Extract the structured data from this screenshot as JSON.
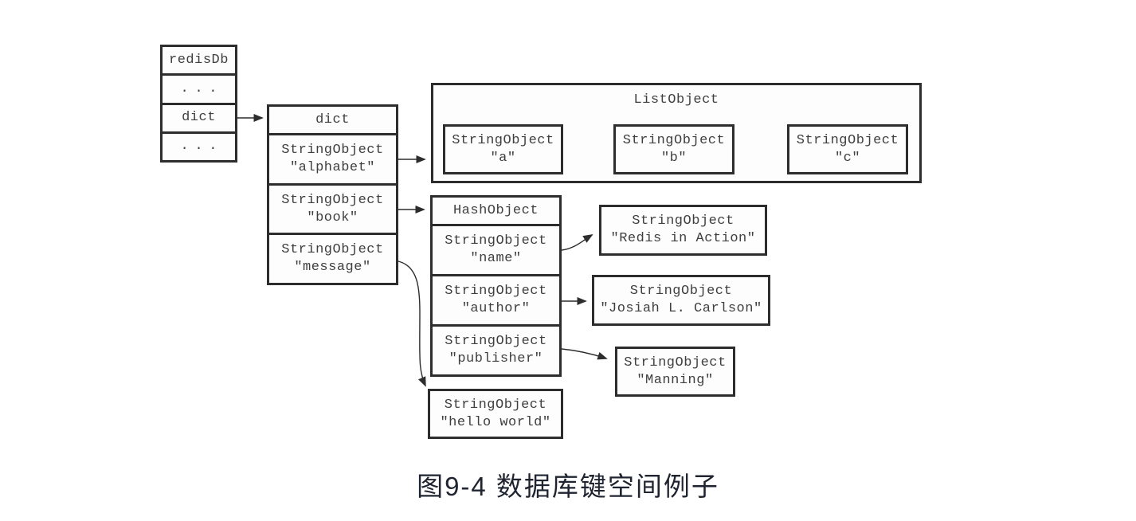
{
  "caption": "图9-4 数据库键空间例子",
  "colors": {
    "background": "#ffffff",
    "box_border": "#2d2d2d",
    "box_text": "#3f3f3f",
    "caption_text": "#1f2430"
  },
  "redisdb_table": {
    "rows": [
      "redisDb",
      "...",
      "dict",
      "..."
    ]
  },
  "dict_table": {
    "header": "dict",
    "entries": [
      {
        "type": "StringObject",
        "value": "\"alphabet\""
      },
      {
        "type": "StringObject",
        "value": "\"book\""
      },
      {
        "type": "StringObject",
        "value": "\"message\""
      }
    ]
  },
  "list_object": {
    "title": "ListObject",
    "items": [
      {
        "type": "StringObject",
        "value": "\"a\""
      },
      {
        "type": "StringObject",
        "value": "\"b\""
      },
      {
        "type": "StringObject",
        "value": "\"c\""
      }
    ]
  },
  "hash_object": {
    "header": "HashObject",
    "fields": [
      {
        "type": "StringObject",
        "value": "\"name\""
      },
      {
        "type": "StringObject",
        "value": "\"author\""
      },
      {
        "type": "StringObject",
        "value": "\"publisher\""
      }
    ]
  },
  "value_boxes": {
    "name_value": {
      "type": "StringObject",
      "value": "\"Redis in Action\""
    },
    "author_value": {
      "type": "StringObject",
      "value": "\"Josiah L. Carlson\""
    },
    "publisher_value": {
      "type": "StringObject",
      "value": "\"Manning\""
    },
    "message_value": {
      "type": "StringObject",
      "value": "\"hello world\""
    }
  }
}
